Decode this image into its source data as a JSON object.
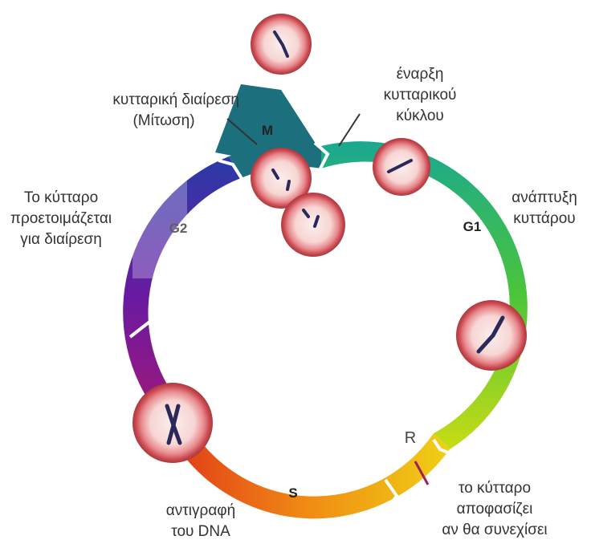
{
  "labels": {
    "mitosis_line1": "κυτταρική διαίρεση",
    "mitosis_line2": "(Μίτωση)",
    "start_line1": "έναρξη",
    "start_line2": "κυτταρικού",
    "start_line3": "κύκλου",
    "growth_line1": "ανάπτυξη",
    "growth_line2": "κυττάρου",
    "prep_line1": "Το κύτταρο",
    "prep_line2": "προετοιμάζεται",
    "prep_line3": "για διαίρεση",
    "replication_line1": "αντιγραφή",
    "replication_line2": "του DNA",
    "decide_line1": "το κύτταρο",
    "decide_line2": "αποφασίζει",
    "decide_line3": "αν θα συνεχίσει"
  },
  "phases": {
    "m": "M",
    "g1": "G1",
    "g2": "G2",
    "s": "S",
    "r": "R"
  },
  "colors": {
    "m_phase": "#1c6f7c",
    "g1_start": "#1aa890",
    "g1_end": "#c8dc14",
    "s_start": "#f0c814",
    "s_end": "#e03418",
    "g2_start": "#a0187a",
    "g2_end": "#2a3aa8",
    "cell_outer": "#e07078",
    "cell_inner": "#f6d4d2",
    "chromosome": "#2a2a5a",
    "checkpoint": "#a0205a"
  }
}
